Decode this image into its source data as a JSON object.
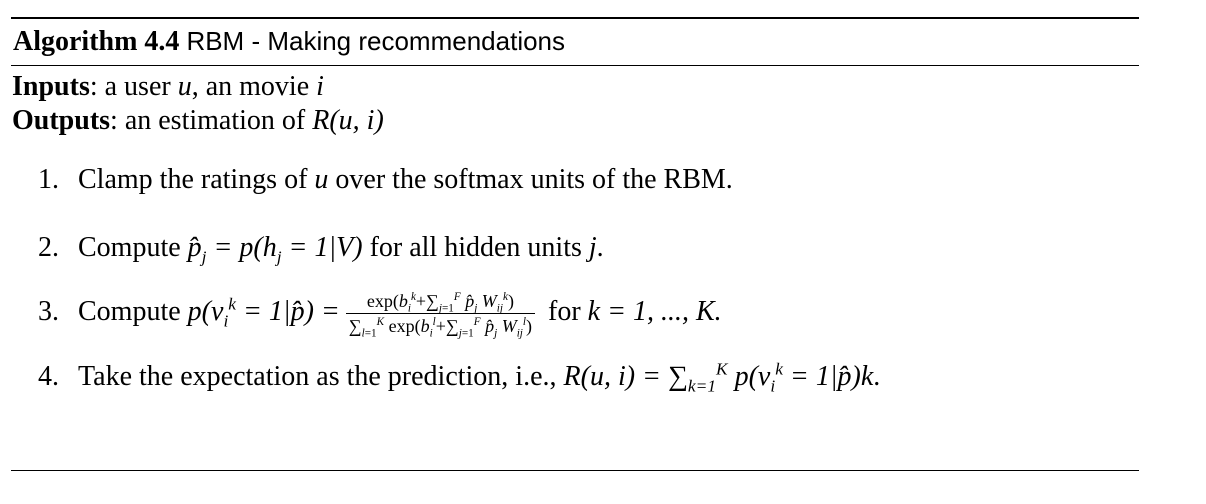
{
  "algorithm": {
    "label": "Algorithm 4.4",
    "title": "RBM - Making recommendations"
  },
  "inputs": {
    "head": "Inputs",
    "text_pre": ": a user ",
    "var_u": "u",
    "text_mid": ", an movie ",
    "var_i": "i"
  },
  "outputs": {
    "head": "Outputs",
    "text_pre": ": an estimation of ",
    "expr": "R(u, i)"
  },
  "steps": [
    {
      "num": "1.",
      "text_pre": "Clamp the ratings of ",
      "var": "u",
      "text_post": " over the softmax units of the RBM."
    },
    {
      "num": "2.",
      "text_pre": "Compute ",
      "text_post": " for all hidden units ",
      "var_end": "j",
      "end": "."
    },
    {
      "num": "3.",
      "text_pre": "Compute ",
      "text_post": " for ",
      "tail": "k = 1, ..., K."
    },
    {
      "num": "4.",
      "text_pre": "Take the expectation as the prediction, i.e., ",
      "end": "."
    }
  ]
}
